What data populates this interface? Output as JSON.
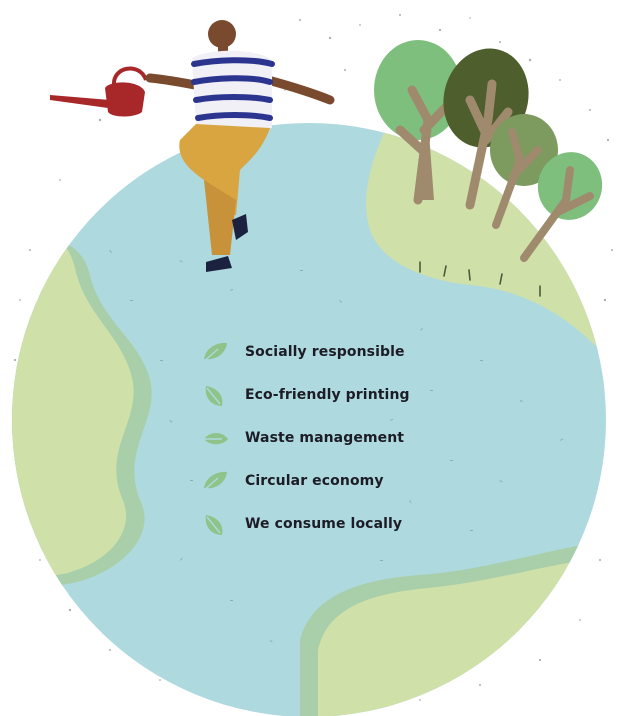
{
  "values_list": {
    "items": [
      {
        "label": "Socially responsible",
        "icon": "leaf-icon"
      },
      {
        "label": "Eco-friendly printing",
        "icon": "leaf-icon"
      },
      {
        "label": "Waste management",
        "icon": "leaf-icon"
      },
      {
        "label": "Circular economy",
        "icon": "leaf-icon"
      },
      {
        "label": "We consume locally",
        "icon": "leaf-icon"
      }
    ]
  },
  "colors": {
    "ocean": "#aed9df",
    "land": "#cfe0a9",
    "land_edge": "#a8cfa9",
    "leaf": "#8fc38a",
    "text": "#1c1c26",
    "watering_can": "#a8282a",
    "shirt_stripe": "#2b3590",
    "pants": "#d9a541",
    "skin": "#7a4a2e",
    "tree_trunk": "#a08a6e",
    "tree_light": "#7fbf7e",
    "tree_dark": "#4e5e2c",
    "tree_olive": "#7d9a5f"
  }
}
